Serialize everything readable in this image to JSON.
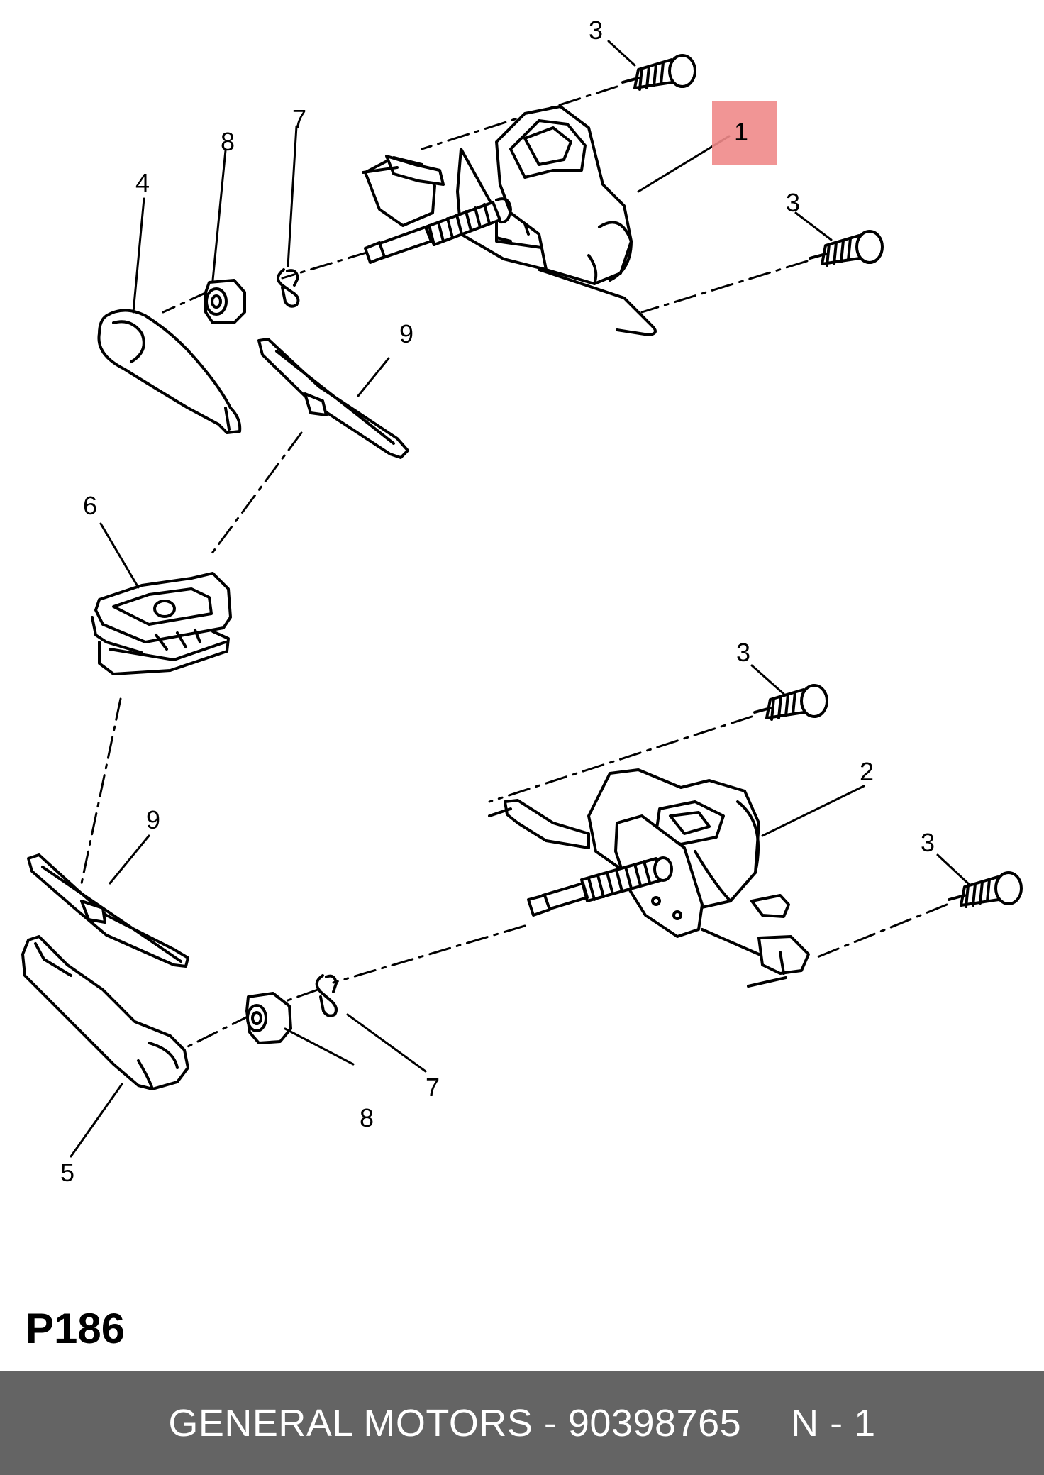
{
  "diagram": {
    "code": "P186",
    "highlight_color": "#f08a8a",
    "callouts": {
      "c1": "1",
      "c2": "2",
      "c3a": "3",
      "c3b": "3",
      "c3c": "3",
      "c3d": "3",
      "c4": "4",
      "c5": "5",
      "c6": "6",
      "c7a": "7",
      "c7b": "7",
      "c8a": "8",
      "c8b": "8",
      "c9a": "9",
      "c9b": "9"
    }
  },
  "footer": {
    "brand": "GENERAL MOTORS - 90398765",
    "suffix": "N - 1",
    "background": "#646464",
    "text_color": "#ffffff"
  }
}
